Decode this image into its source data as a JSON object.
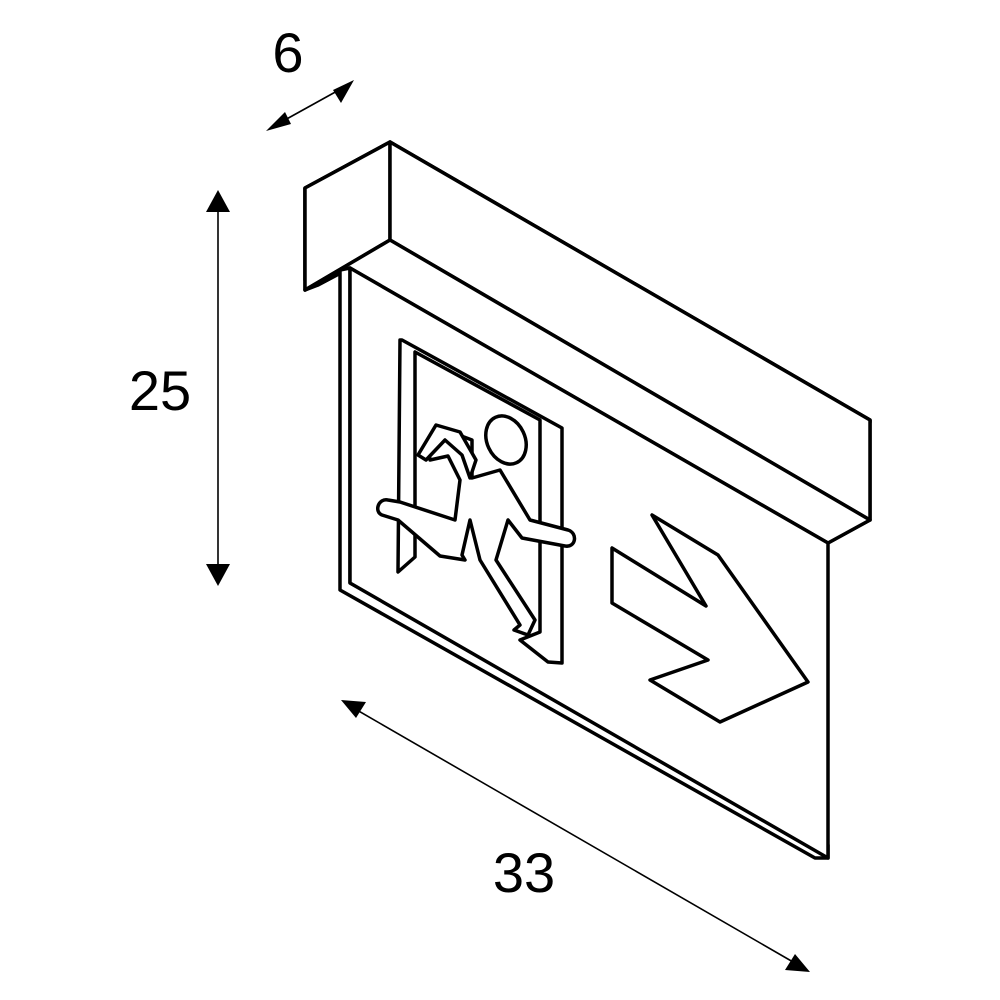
{
  "dimensions": {
    "depth": "6",
    "height": "25",
    "width": "33"
  },
  "product": {
    "pictogram": "running-man-exit-icon",
    "direction_arrow": "arrow-right-down-icon"
  },
  "colors": {
    "line": "#000000",
    "background": "#ffffff"
  }
}
